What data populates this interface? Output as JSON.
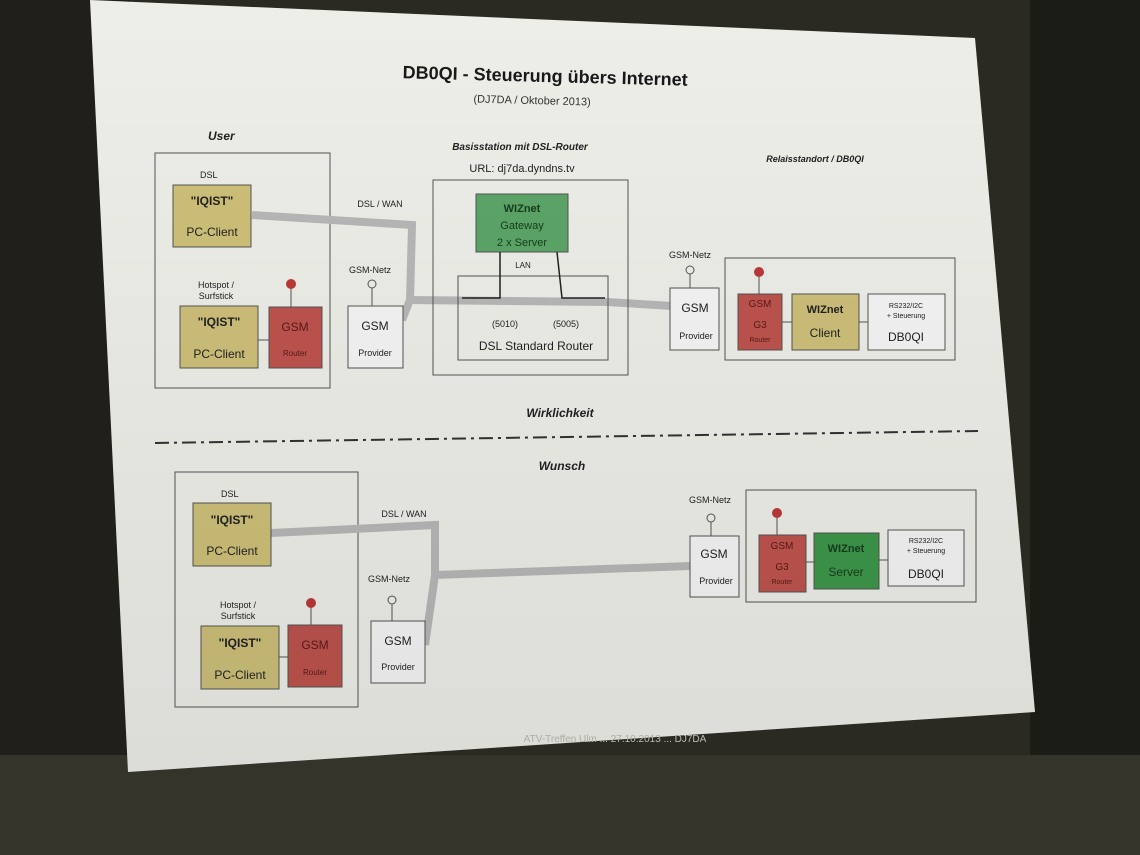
{
  "title": "DB0QI - Steuerung übers Internet",
  "subtitle": "(DJ7DA / Oktober 2013)",
  "footer": "ATV-Treffen Ulm ... 27.10.2013 ... DJ7DA",
  "top": {
    "user_label": "User",
    "dsl_label": "DSL",
    "pc_client_1": {
      "title": "\"IQIST\"",
      "sub": "PC-Client"
    },
    "hotspot_label_1": "Hotspot /",
    "hotspot_label_2": "Surfstick",
    "pc_client_2": {
      "title": "\"IQIST\"",
      "sub": "PC-Client"
    },
    "gsm_router": {
      "title": "GSM",
      "sub": "Router"
    },
    "dsl_wan_label": "DSL / WAN",
    "gsm_netz_label_1": "GSM-Netz",
    "gsm_provider_1": {
      "title": "GSM",
      "sub": "Provider"
    },
    "basis_label": "Basisstation mit DSL-Router",
    "url_label": "URL: dj7da.dyndns.tv",
    "wiznet_gateway": {
      "title": "WIZnet",
      "line2": "Gateway",
      "line3": "2 x Server"
    },
    "lan_label": "LAN",
    "port_1": "(5010)",
    "port_2": "(5005)",
    "dsl_router_label": "DSL Standard Router",
    "gsm_netz_label_2": "GSM-Netz",
    "gsm_provider_2": {
      "title": "GSM",
      "sub": "Provider"
    },
    "relais_label": "Relaisstandort / DB0QI",
    "gsm_g3_router": {
      "title": "GSM",
      "line2": "G3",
      "line3": "Router"
    },
    "wiznet_client": {
      "title": "WIZnet",
      "sub": "Client"
    },
    "db0qi": {
      "line1": "RS232/I2C",
      "line2": "+ Steuerung",
      "title": "DB0QI"
    }
  },
  "wirklichkeit_label": "Wirklichkeit",
  "bottom": {
    "wunsch_label": "Wunsch",
    "dsl_label": "DSL",
    "pc_client_1": {
      "title": "\"IQIST\"",
      "sub": "PC-Client"
    },
    "hotspot_label_1": "Hotspot /",
    "hotspot_label_2": "Surfstick",
    "pc_client_2": {
      "title": "\"IQIST\"",
      "sub": "PC-Client"
    },
    "gsm_router": {
      "title": "GSM",
      "sub": "Router"
    },
    "dsl_wan_label": "DSL / WAN",
    "gsm_netz_label_1": "GSM-Netz",
    "gsm_provider_1": {
      "title": "GSM",
      "sub": "Provider"
    },
    "gsm_netz_label_2": "GSM-Netz",
    "gsm_provider_2": {
      "title": "GSM",
      "sub": "Provider"
    },
    "gsm_g3_router": {
      "title": "GSM",
      "line2": "G3",
      "line3": "Router"
    },
    "wiznet_server": {
      "title": "WIZnet",
      "sub": "Server"
    },
    "db0qi": {
      "line1": "RS232/I2C",
      "line2": "+ Steuerung",
      "title": "DB0QI"
    }
  },
  "colors": {
    "client_fill": "#d2c47c",
    "router_fill": "#c2554f",
    "wiznet_fill": "#5ea86a",
    "line_gray": "#b9b9b9",
    "antenna_red": "#c0393b"
  }
}
